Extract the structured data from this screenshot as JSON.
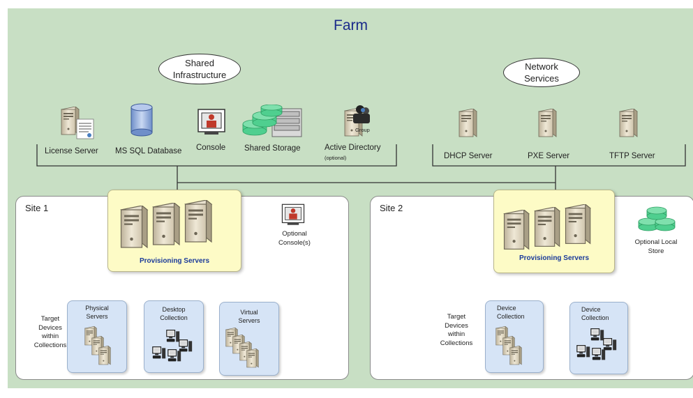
{
  "farm": {
    "title": "Farm"
  },
  "shared_infrastructure": {
    "label": "Shared Infrastructure",
    "items": {
      "license_server": "License Server",
      "ms_sql_database": "MS SQL Database",
      "console": "Console",
      "shared_storage": "Shared Storage",
      "active_directory": "Active Directory",
      "active_directory_note": "(optional)",
      "group_badge": "Group"
    }
  },
  "network_services": {
    "label": "Network Services",
    "items": {
      "dhcp_server": "DHCP Server",
      "pxe_server": "PXE Server",
      "tftp_server": "TFTP Server"
    }
  },
  "site1": {
    "label": "Site 1",
    "provisioning_servers": "Provisioning Servers",
    "optional_console": "Optional Console(s)",
    "target_devices": "Target Devices within Collections",
    "collections": {
      "physical_servers": "Physical Servers",
      "desktop_collection": "Desktop Collection",
      "virtual_servers": "Virtual Servers"
    }
  },
  "site2": {
    "label": "Site 2",
    "provisioning_servers": "Provisioning Servers",
    "optional_local_store": "Optional Local Store",
    "target_devices": "Target Devices within Collections",
    "collections": {
      "device_collection_1": "Device Collection",
      "device_collection_2": "Device Collection"
    }
  },
  "colors": {
    "farm_background": "#c8dfc4",
    "provisioning_box": "#fdfbc6",
    "collection_box": "#d6e4f6",
    "title_blue": "#1a2a8a",
    "storage_green": "#4fcf8f"
  }
}
